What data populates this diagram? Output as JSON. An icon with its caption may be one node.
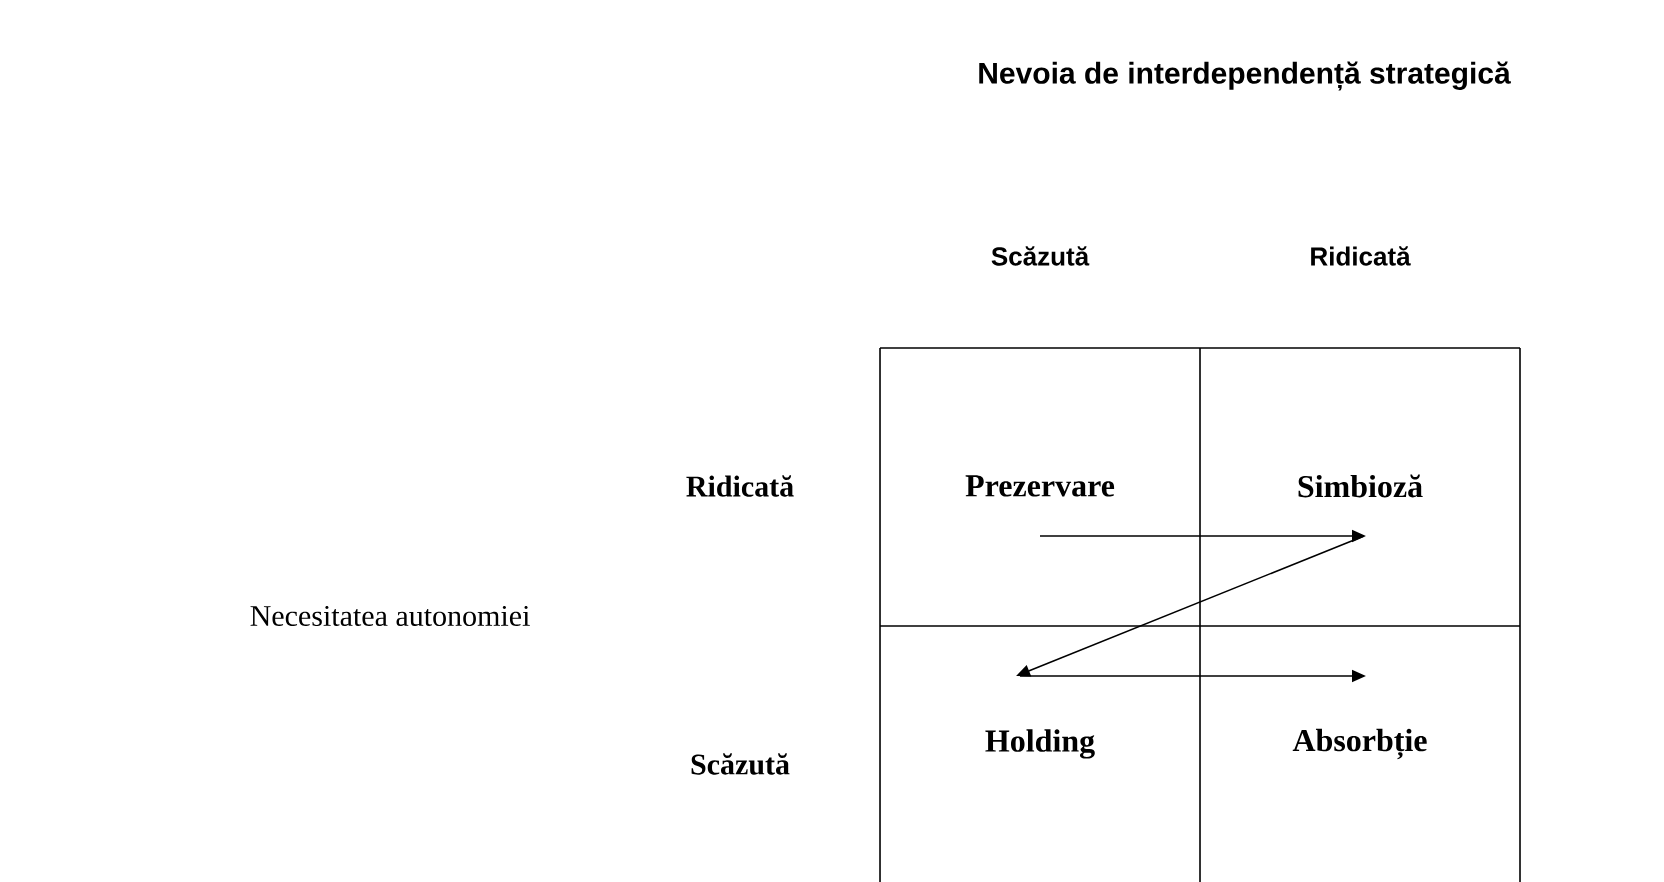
{
  "diagram": {
    "title": "Nevoia de interdependență strategică",
    "nodes": [
      {
        "text": [
          "Prezervare"
        ]
      },
      {
        "text": [
          "Simbioză"
        ]
      },
      {
        "text": [
          "Holding"
        ]
      },
      {
        "text": [
          "Absorbție"
        ]
      }
    ],
    "edges": [
      {
        "from": 0,
        "to": 1,
        "arrow": "to"
      },
      {
        "from": 1,
        "to": 2,
        "arrow": "to"
      },
      {
        "from": 2,
        "to": 3,
        "arrow": "to"
      }
    ],
    "labels": [
      "Scăzută",
      "Ridicată",
      "Ridicată",
      "Necesitatea autonomiei",
      "Scăzută"
    ]
  }
}
